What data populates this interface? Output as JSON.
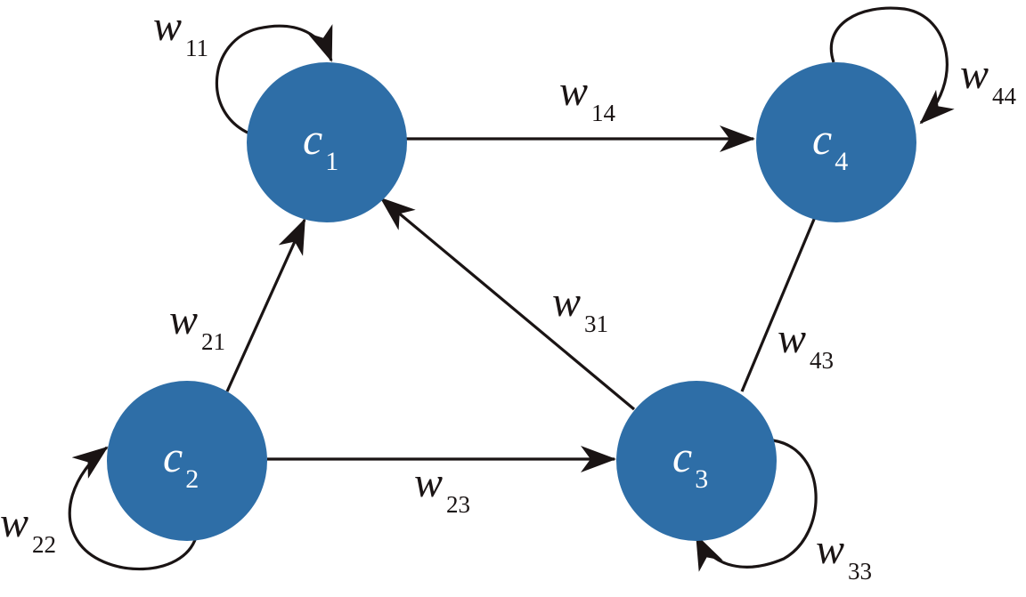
{
  "nodes": [
    {
      "id": "c1",
      "symbol": "c",
      "subscript": "1"
    },
    {
      "id": "c2",
      "symbol": "c",
      "subscript": "2"
    },
    {
      "id": "c3",
      "symbol": "c",
      "subscript": "3"
    },
    {
      "id": "c4",
      "symbol": "c",
      "subscript": "4"
    }
  ],
  "edges": [
    {
      "from": "c1",
      "to": "c1",
      "symbol": "w",
      "subscript": "11",
      "directed": true
    },
    {
      "from": "c1",
      "to": "c4",
      "symbol": "w",
      "subscript": "14",
      "directed": true
    },
    {
      "from": "c4",
      "to": "c4",
      "symbol": "w",
      "subscript": "44",
      "directed": true
    },
    {
      "from": "c2",
      "to": "c1",
      "symbol": "w",
      "subscript": "21",
      "directed": true
    },
    {
      "from": "c3",
      "to": "c1",
      "symbol": "w",
      "subscript": "31",
      "directed": true
    },
    {
      "from": "c4",
      "to": "c3",
      "symbol": "w",
      "subscript": "43",
      "directed": false
    },
    {
      "from": "c2",
      "to": "c3",
      "symbol": "w",
      "subscript": "23",
      "directed": true
    },
    {
      "from": "c2",
      "to": "c2",
      "symbol": "w",
      "subscript": "22",
      "directed": true
    },
    {
      "from": "c3",
      "to": "c3",
      "symbol": "w",
      "subscript": "33",
      "directed": true
    }
  ],
  "colors": {
    "node_fill": "#2e6ea7",
    "node_text": "#ffffff",
    "edge": "#1a1414"
  }
}
